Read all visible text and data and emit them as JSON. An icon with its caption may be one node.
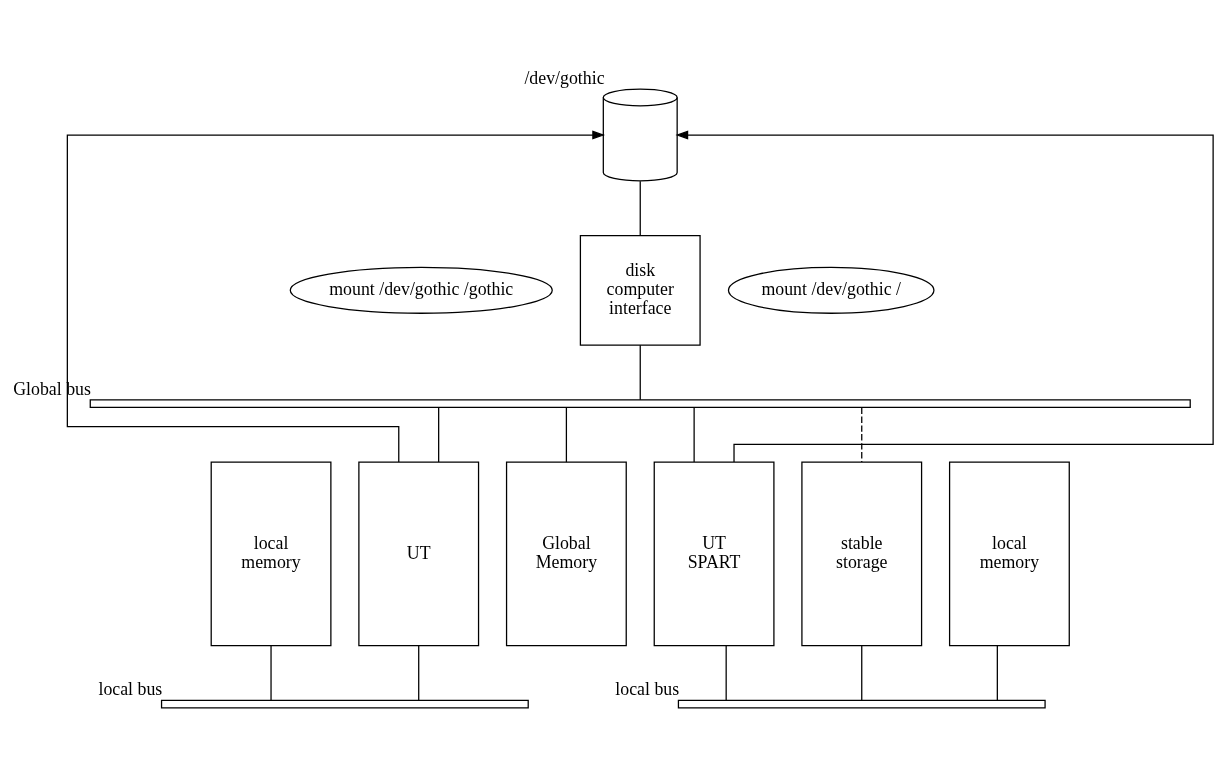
{
  "diagram": {
    "nodes": [
      {
        "text": [],
        "shape": "cylinder",
        "beside": [
          "/dev/gothic"
        ]
      },
      {
        "text": [
          "mount /dev/gothic /gothic"
        ]
      },
      {
        "text": [
          "mount /dev/gothic /"
        ]
      },
      {
        "text": [
          "disk computer interface"
        ]
      },
      {
        "text": [],
        "shape": "bar",
        "beside": [
          "Global bus"
        ]
      },
      {
        "text": [
          "local memory"
        ]
      },
      {
        "text": [
          "UT"
        ]
      },
      {
        "text": [
          "Global Memory"
        ]
      },
      {
        "text": [
          "UT SPART"
        ]
      },
      {
        "text": [
          "stable storage"
        ]
      },
      {
        "text": [
          "local memory"
        ]
      },
      {
        "text": [],
        "shape": "bar",
        "beside": [
          "local bus"
        ]
      },
      {
        "text": [],
        "shape": "bar",
        "beside": [
          "local bus"
        ]
      }
    ],
    "edges": [
      {
        "from": 3,
        "to": 0,
        "arrow": "none"
      },
      {
        "from": 3,
        "to": 4,
        "arrow": "none"
      },
      {
        "from": 6,
        "to": 0,
        "arrow": "to"
      },
      {
        "from": 8,
        "to": 0,
        "arrow": "to"
      },
      {
        "from": 6,
        "to": 4,
        "arrow": "none"
      },
      {
        "from": 7,
        "to": 4,
        "arrow": "none"
      },
      {
        "from": 8,
        "to": 4,
        "arrow": "none"
      },
      {
        "from": 9,
        "to": 4,
        "arrow": "none",
        "style": "dashed"
      },
      {
        "from": 5,
        "to": 11,
        "arrow": "none"
      },
      {
        "from": 6,
        "to": 11,
        "arrow": "none"
      },
      {
        "from": 8,
        "to": 12,
        "arrow": "none"
      },
      {
        "from": 9,
        "to": 12,
        "arrow": "none"
      },
      {
        "from": 10,
        "to": 12,
        "arrow": "none"
      }
    ]
  }
}
